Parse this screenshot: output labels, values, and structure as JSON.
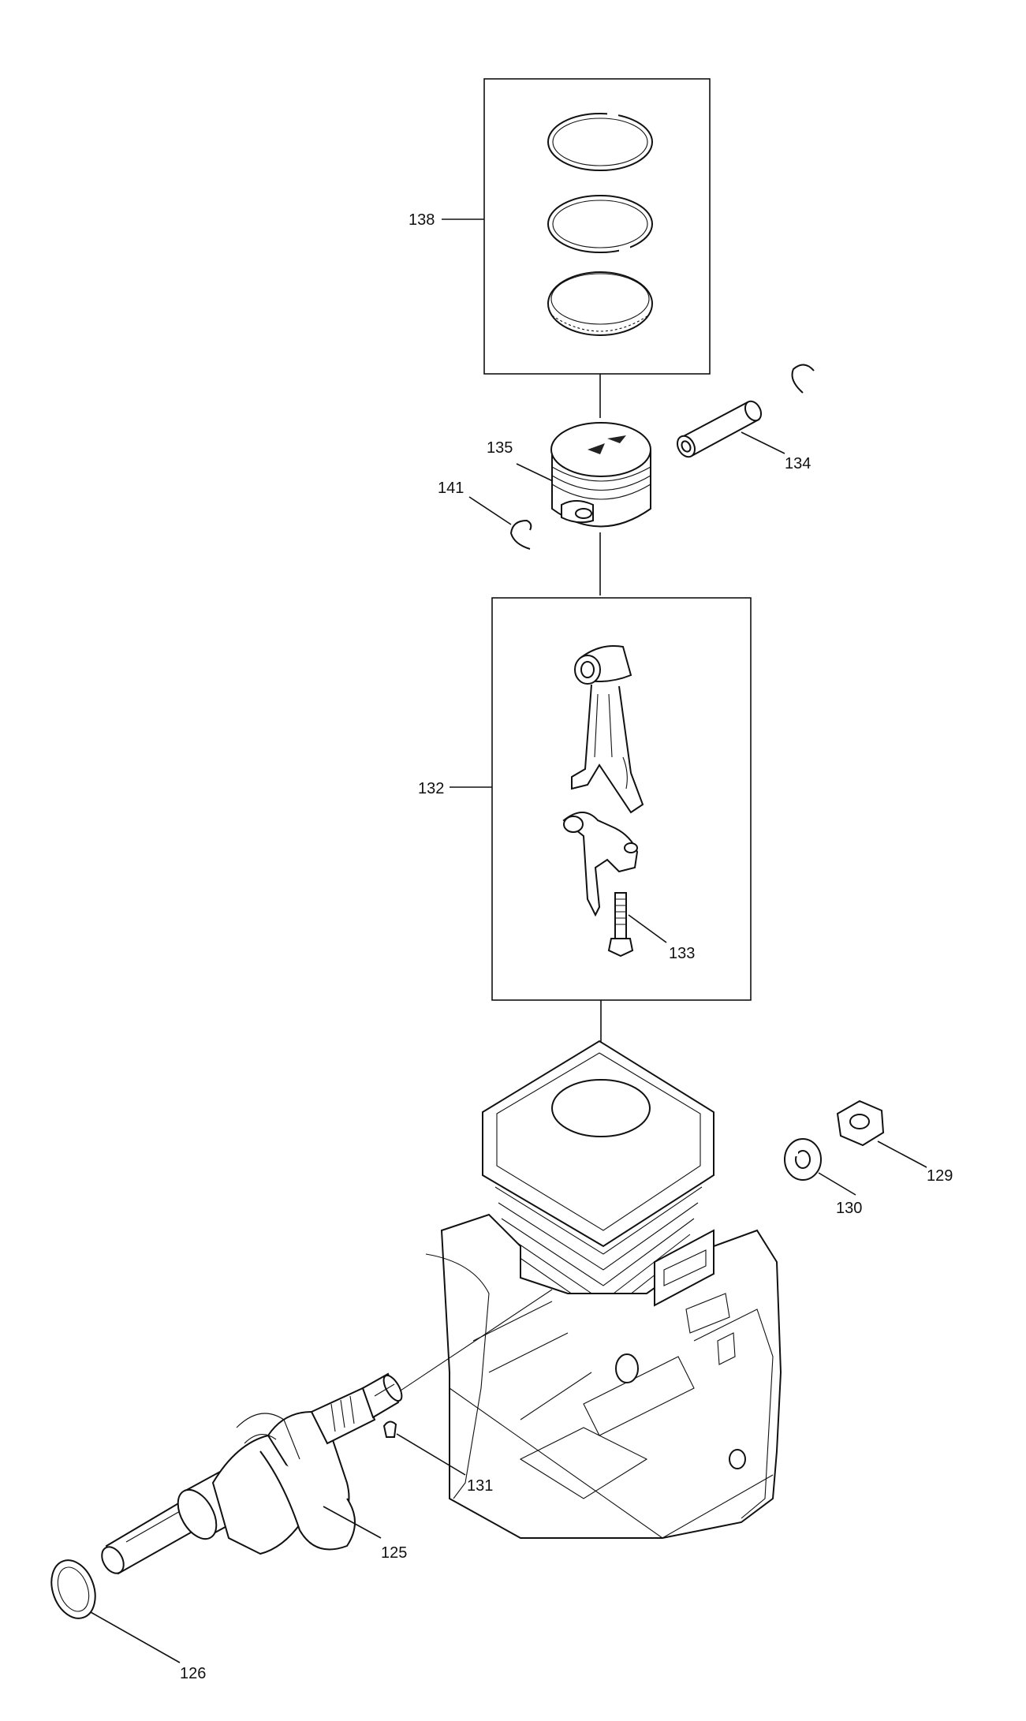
{
  "parts": {
    "p125": "125",
    "p126": "126",
    "p129": "129",
    "p130": "130",
    "p131": "131",
    "p132": "132",
    "p133": "133",
    "p134": "134",
    "p135": "135",
    "p138": "138",
    "p141": "141"
  }
}
